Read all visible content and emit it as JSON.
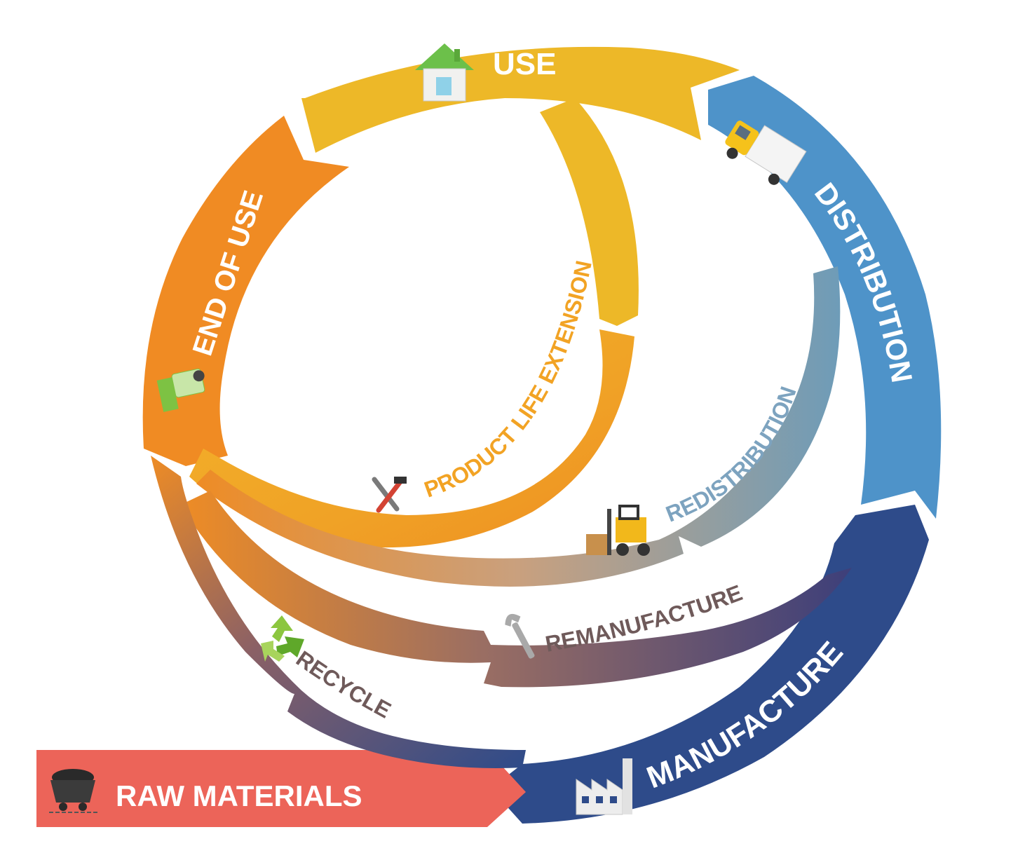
{
  "stages": {
    "use": "USE",
    "distribution": "DISTRIBUTION",
    "manufacture": "MANUFACTURE",
    "raw_materials": "RAW MATERIALS",
    "end_of_use": "END OF USE"
  },
  "loops": {
    "product_life_extension": "PRODUCT LIFE EXTENSION",
    "redistribution": "REDISTRIBUTION",
    "remanufacture": "REMANUFACTURE",
    "recycle": "RECYCLE"
  },
  "colors": {
    "use": "#EDB828",
    "distribution": "#4E93C9",
    "manufacture": "#2E4B8A",
    "raw_materials": "#EC6459",
    "end_of_use": "#F08B23",
    "loop_text": "#6F5A5A"
  },
  "icons": [
    "house-icon",
    "truck-icon",
    "factory-icon",
    "mine-cart-icon",
    "recycle-bin-icon",
    "tools-icon",
    "forklift-icon",
    "wrench-icon",
    "recycle-icon"
  ]
}
